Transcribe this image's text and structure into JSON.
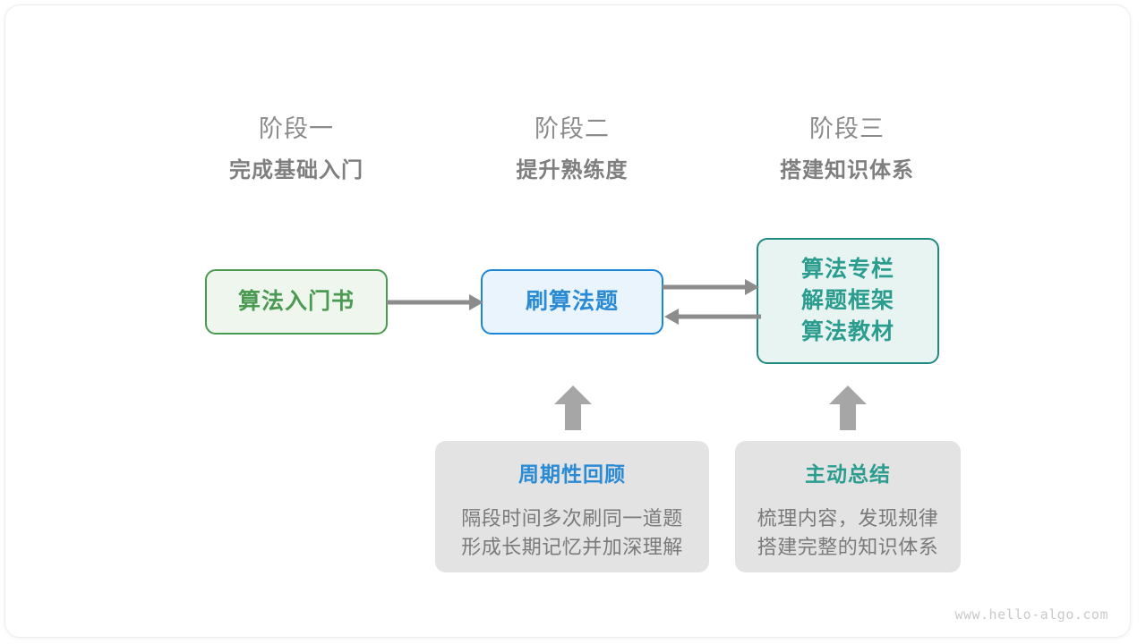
{
  "page": {
    "watermark": "www.hello-algo.com",
    "background": "#ffffff"
  },
  "colors": {
    "green": "#4a9a52",
    "green_fill": "#eef6ee",
    "blue": "#2a8ad4",
    "blue_fill": "#e9f4fd",
    "teal": "#2a9d8f",
    "teal_fill": "#e8f4f2",
    "gray_text": "#7f7f7f",
    "gray_arrow": "#8c8c8c",
    "card_fill": "#e3e3e3"
  },
  "stages": [
    {
      "number": "阶段一",
      "title": "完成基础入门"
    },
    {
      "number": "阶段二",
      "title": "提升熟练度"
    },
    {
      "number": "阶段三",
      "title": "搭建知识体系"
    }
  ],
  "flow_boxes": [
    {
      "id": "intro-book",
      "lines": [
        "算法入门书"
      ],
      "color": "green"
    },
    {
      "id": "practice-problems",
      "lines": [
        "刷算法题"
      ],
      "color": "blue"
    },
    {
      "id": "knowledge-resources",
      "lines": [
        "算法专栏",
        "解题框架",
        "算法教材"
      ],
      "color": "teal"
    }
  ],
  "connectors": [
    {
      "id": "book-to-practice",
      "direction": "right"
    },
    {
      "id": "practice-to-resources",
      "direction": "right"
    },
    {
      "id": "resources-to-practice",
      "direction": "left"
    },
    {
      "id": "review-to-practice",
      "direction": "up"
    },
    {
      "id": "summary-to-resources",
      "direction": "up"
    }
  ],
  "note_cards": [
    {
      "id": "periodic-review",
      "title": "周期性回顾",
      "title_color": "blue",
      "body": [
        "隔段时间多次刷同一道题",
        "形成长期记忆并加深理解"
      ]
    },
    {
      "id": "active-summary",
      "title": "主动总结",
      "title_color": "teal",
      "body": [
        "梳理内容，发现规律",
        "搭建完整的知识体系"
      ]
    }
  ]
}
